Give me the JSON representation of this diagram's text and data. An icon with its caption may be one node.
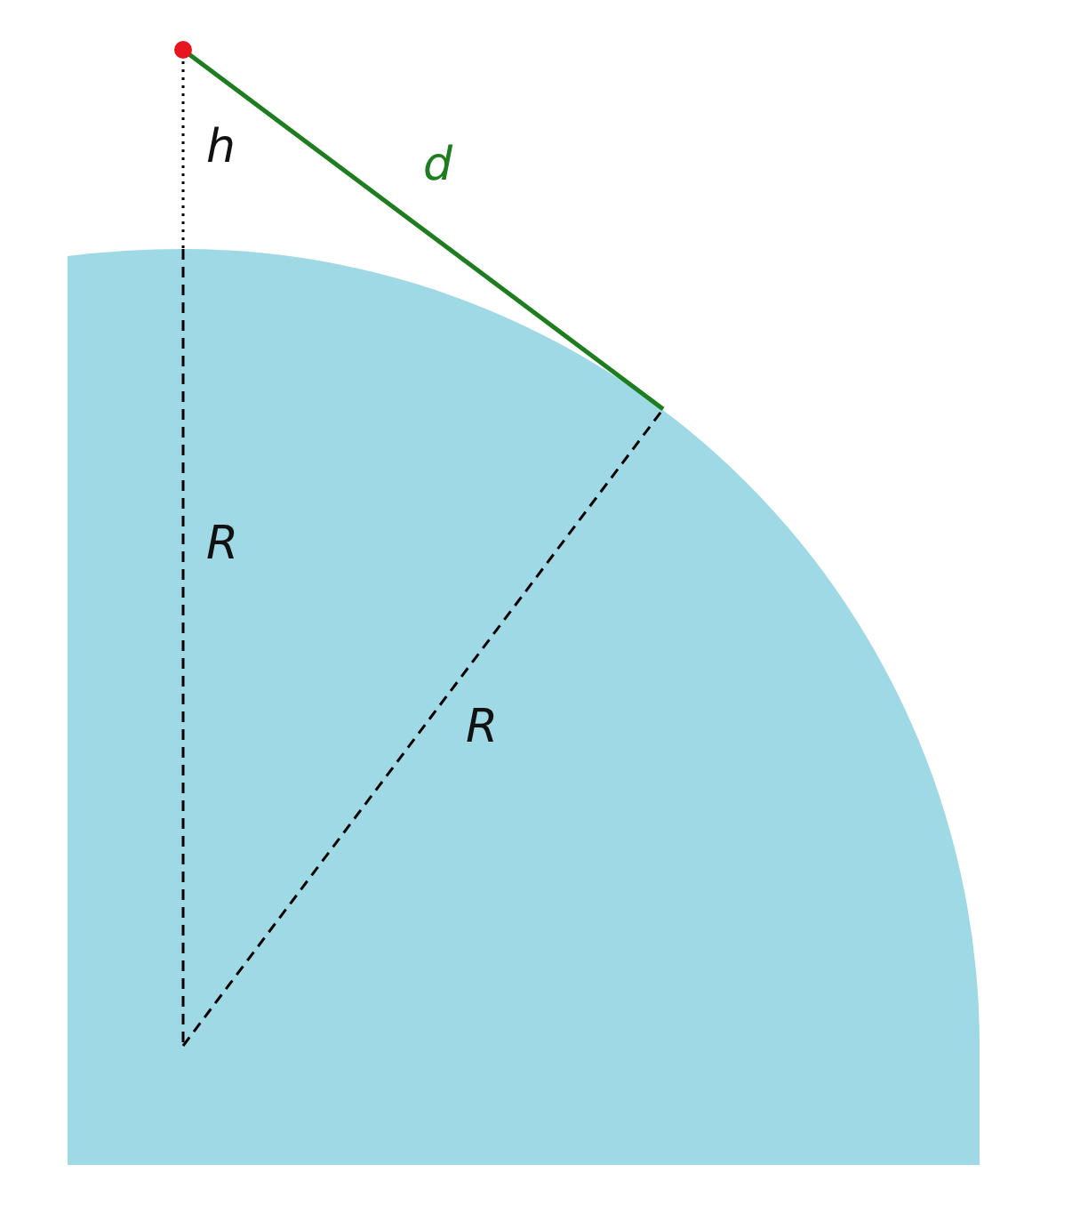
{
  "diagram": {
    "labels": [
      "h",
      "d",
      "R",
      "R"
    ]
  }
}
